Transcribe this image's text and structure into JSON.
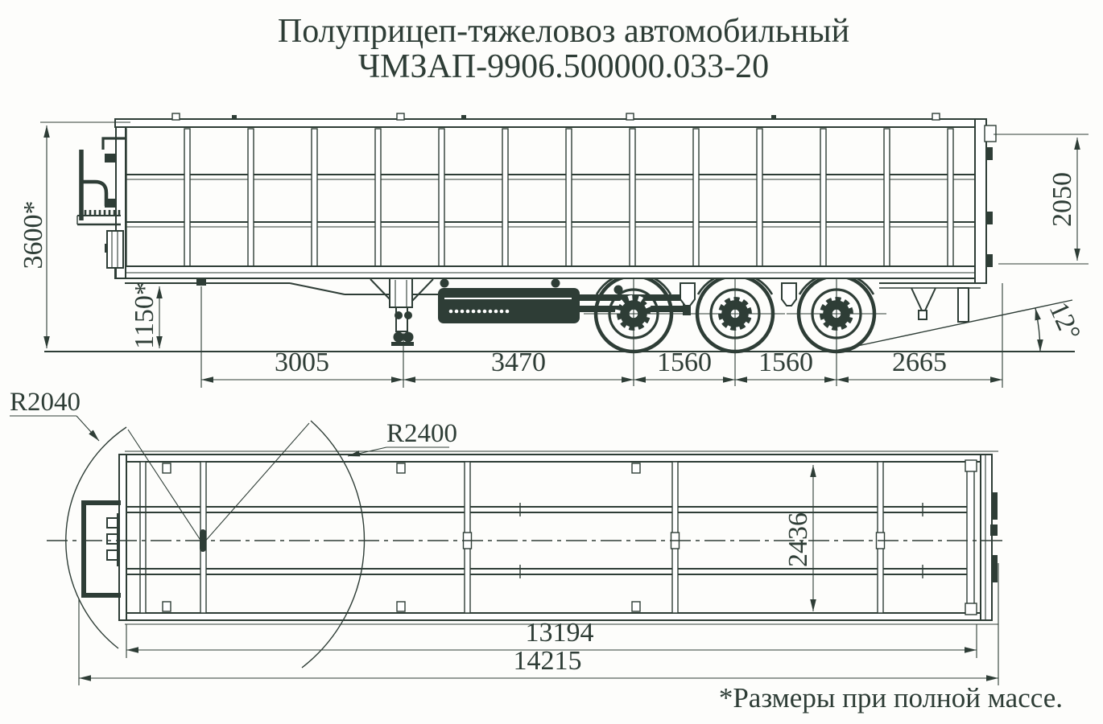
{
  "drawing": {
    "title_line1": "Полуприцеп-тяжеловоз автомобильный",
    "title_line2": "ЧМЗАП-9906.500000.033-20",
    "footnote": "*Размеры при полной массе."
  },
  "side_view": {
    "overall_height": "3600*",
    "frame_height_loaded": "1150*",
    "side_height": "2050",
    "departure_angle": "12°",
    "kingpin_to_support": "3005",
    "support_to_first_axle": "3470",
    "axle_spacing_1": "1560",
    "axle_spacing_2": "1560",
    "rear_overhang": "2665"
  },
  "plan_view": {
    "front_corner_radius": "R2040",
    "front_swing_radius": "R2400",
    "platform_width": "2436",
    "platform_length": "13194",
    "overall_length": "14215"
  },
  "colors": {
    "ink": "#2e3d36",
    "paper": "#fdfdfb"
  }
}
